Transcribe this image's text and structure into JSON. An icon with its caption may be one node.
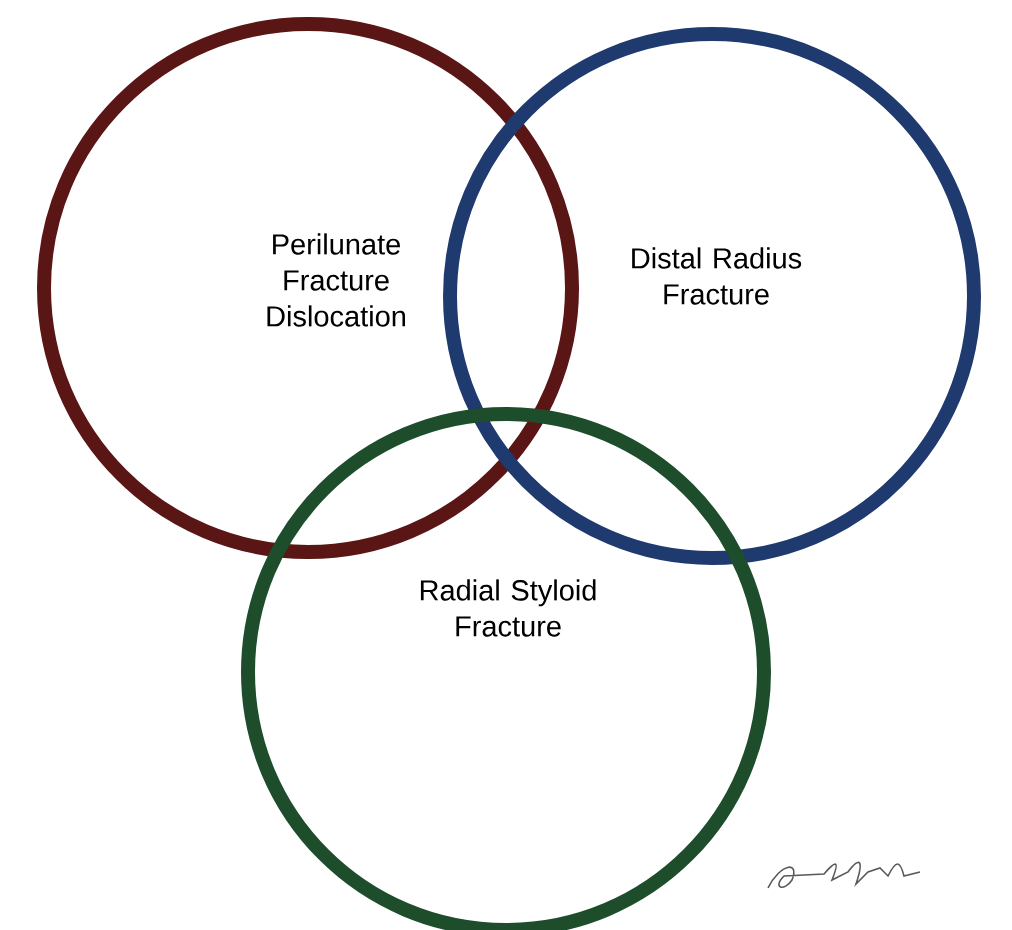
{
  "diagram": {
    "nodes": [
      {
        "text": [
          "Perilunate Fracture Dislocation"
        ]
      },
      {
        "text": [
          "Distal Radius Fracture"
        ]
      },
      {
        "text": [
          "Radial Styloid Fracture"
        ]
      }
    ]
  }
}
